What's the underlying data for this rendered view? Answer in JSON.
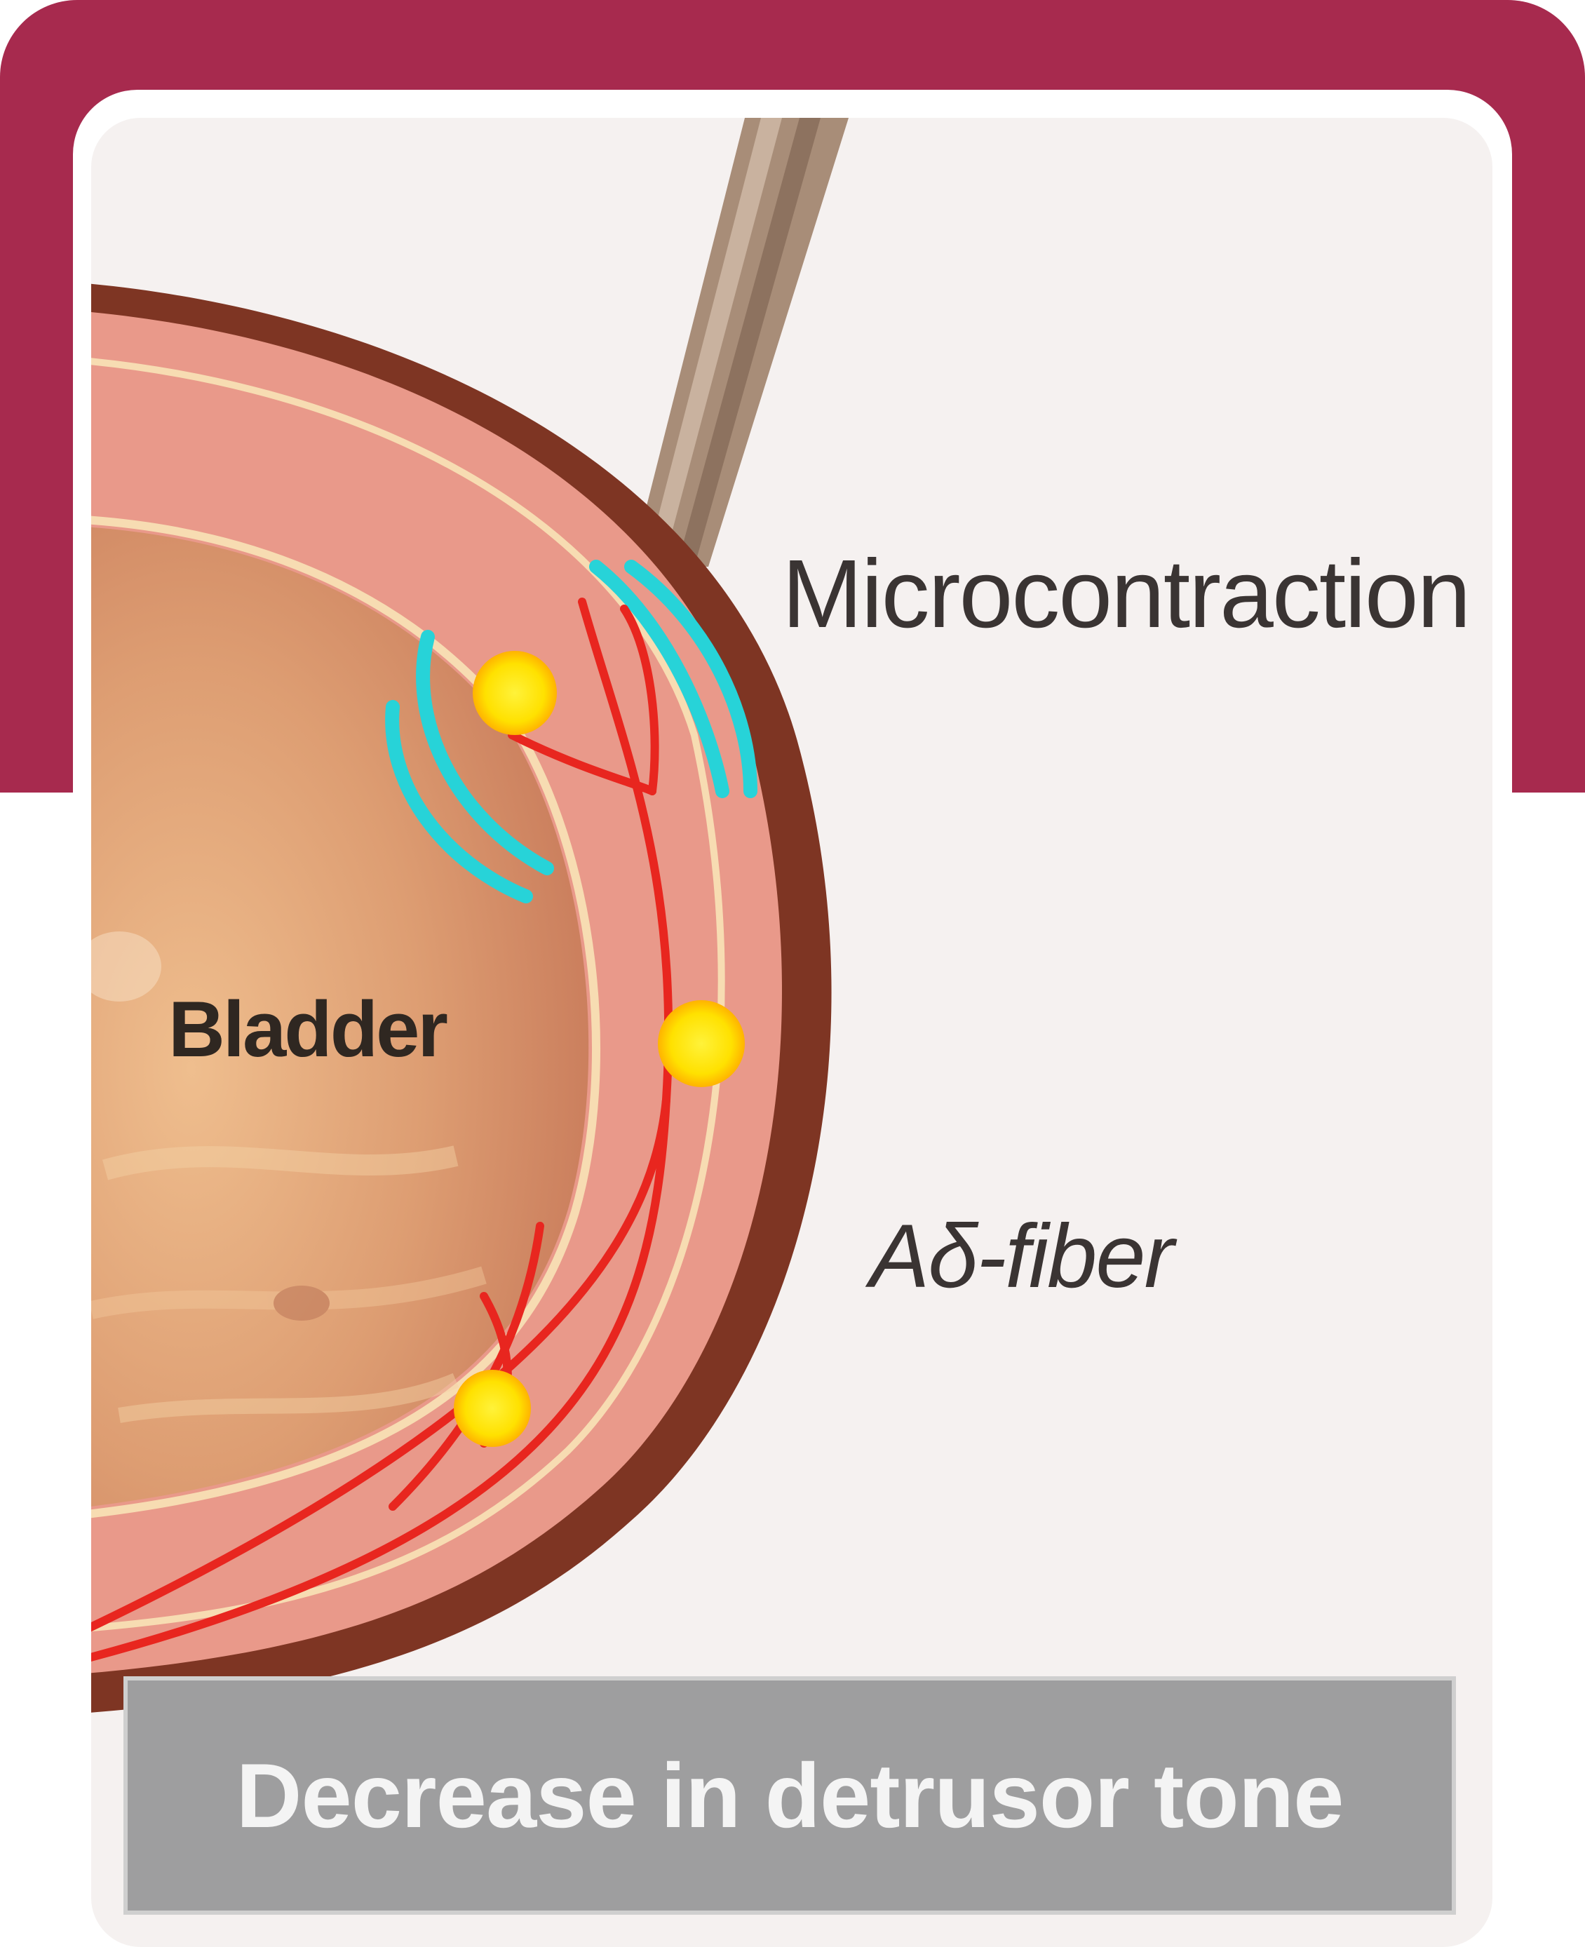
{
  "labels": {
    "microcontraction": "Microcontraction",
    "fiber": "Aδ-fiber",
    "bladder": "Bladder"
  },
  "caption": "Decrease in detrusor tone",
  "colors": {
    "frame": "#a72a4e",
    "panel": "#f5f1f0",
    "bladder_wall": "#e9998a",
    "bladder_lumen": "#d98f68",
    "serosa": "#7e3523",
    "nerve": "#e8261f",
    "receptor": "#ffe600",
    "microcontraction_arcs": "#27d3d8",
    "caption_bar": "#9e9e9f"
  }
}
